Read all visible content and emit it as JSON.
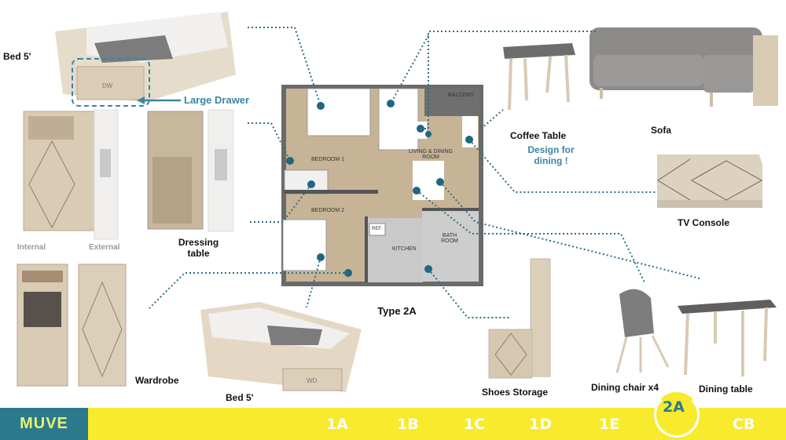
{
  "furniture": {
    "bed_top": {
      "label": "Bed 5'",
      "drawer_tag": "DW"
    },
    "large_drawer": "Large Drawer",
    "wardrobe_internal": "Internal",
    "wardrobe_external": "External",
    "dressing_table": "Dressing table",
    "wardrobe": "Wardrobe",
    "bed_bottom": {
      "label": "Bed 5'",
      "drawer_tag": "WD"
    },
    "coffee_table": "Coffee Table",
    "design_note": "Design for dining !",
    "sofa": "Sofa",
    "tv_console": "TV Console",
    "shoes_storage": "Shoes Storage",
    "dining_chair": "Dining chair x4",
    "dining_table": "Dining table"
  },
  "floorplan": {
    "title": "Type 2A",
    "rooms": {
      "balcony": "BALCONY",
      "bedroom1": "BEDROOM 1",
      "living": "LIVING & DINING ROOM",
      "bedroom2": "BEDROOM 2",
      "bathroom": "BATH ROOM",
      "kitchen": "KITCHEN",
      "ref": "REF."
    }
  },
  "nav": {
    "logo": "MUVE",
    "tabs": [
      "1A",
      "1B",
      "1C",
      "1D",
      "1E",
      "2A",
      "CB"
    ],
    "active": "2A"
  },
  "colors": {
    "accent": "#2b7a8c",
    "bar": "#f8ea2c",
    "wood": "#d8c9b2",
    "dots": "#2e6f86"
  }
}
